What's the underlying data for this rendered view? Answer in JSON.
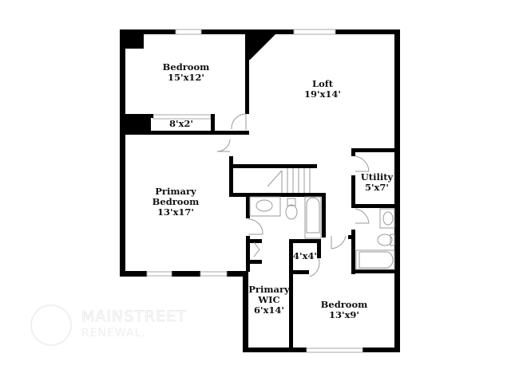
{
  "floor_plan": {
    "rooms": [
      {
        "id": "bedroom-1",
        "name": "Bedroom",
        "dimensions": "15'x12'"
      },
      {
        "id": "closet-1",
        "name": "",
        "dimensions": "8'x2'"
      },
      {
        "id": "loft",
        "name": "Loft",
        "dimensions": "19'x14'"
      },
      {
        "id": "primary-bedroom",
        "name_line1": "Primary",
        "name_line2": "Bedroom",
        "dimensions": "13'x17'"
      },
      {
        "id": "utility",
        "name": "Utility",
        "dimensions": "5'x7'"
      },
      {
        "id": "closet-2",
        "name": "",
        "dimensions": "4'x4'"
      },
      {
        "id": "primary-wic",
        "name_line1": "Primary",
        "name_line2": "WIC",
        "dimensions": "6'x14'"
      },
      {
        "id": "bedroom-2",
        "name": "Bedroom",
        "dimensions": "13'x9'"
      }
    ],
    "colors": {
      "wall": "#000000",
      "fixture": "#9a9a9a",
      "background": "#ffffff"
    }
  },
  "watermark": {
    "brand_line1": "MAINSTREET",
    "brand_line2": "RENEWAL."
  }
}
